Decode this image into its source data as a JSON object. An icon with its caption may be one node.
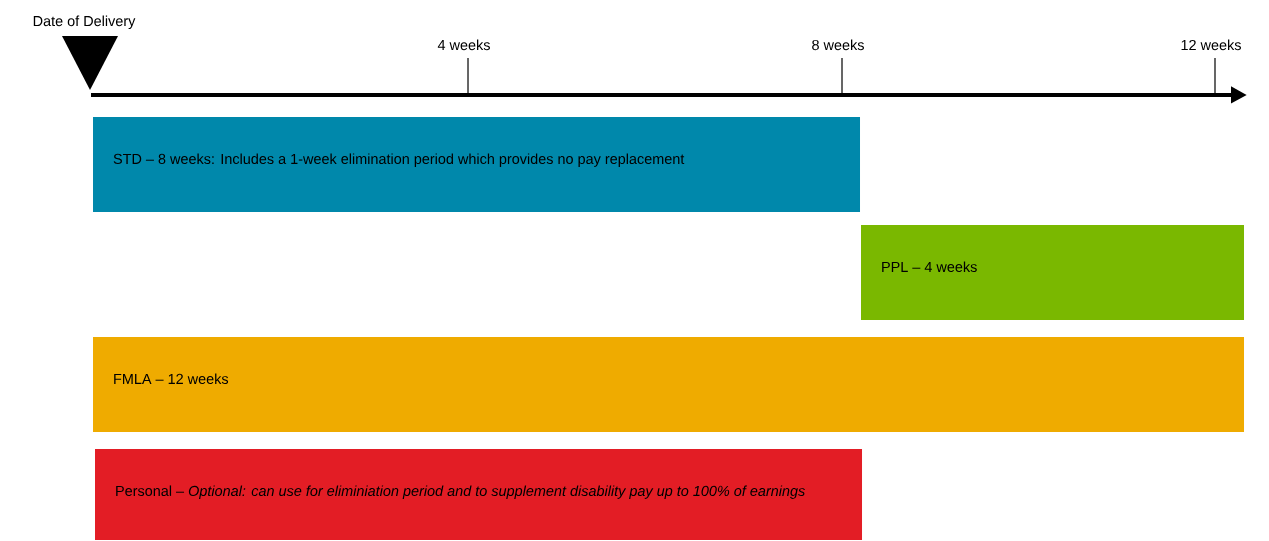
{
  "diagram": {
    "nodes": [
      {
        "text": [
          "STD – 8 weeks: Includes a 1-week elimination period which provides no pay replacement"
        ]
      },
      {
        "text": [
          "PPL – 4 weeks"
        ]
      },
      {
        "text": [
          "FMLA – 12 weeks"
        ]
      },
      {
        "text": [
          "Personal – *Optional: can use for eliminiation period and to supplement disability pay up to 100% of earnings*"
        ]
      }
    ],
    "labels": [
      "Date of Delivery",
      "4 weeks",
      "8 weeks",
      "12 weeks"
    ]
  }
}
